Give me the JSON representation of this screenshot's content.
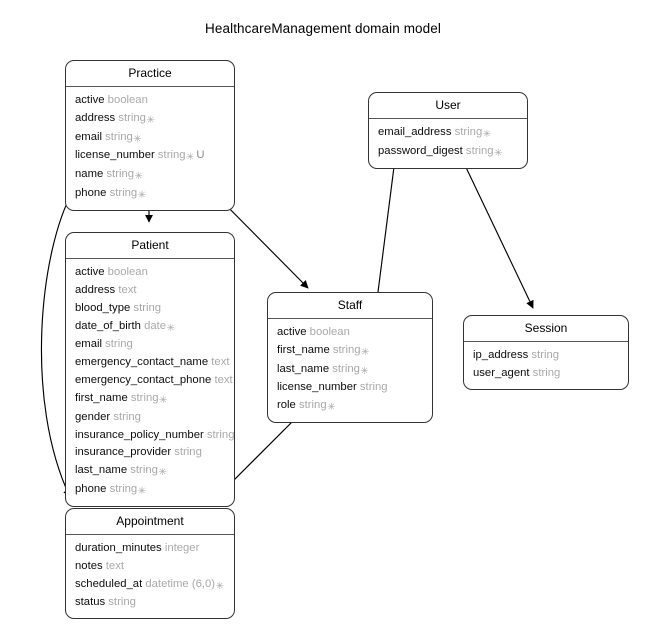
{
  "diagram": {
    "title": "HealthcareManagement domain model",
    "type": "uml-domain-model",
    "markers": {
      "required": "✳",
      "unique": "U"
    }
  },
  "entities": [
    {
      "id": "practice",
      "name": "Practice",
      "attributes": [
        {
          "name": "active",
          "type": "boolean",
          "required": false,
          "unique": false
        },
        {
          "name": "address",
          "type": "string",
          "required": true,
          "unique": false
        },
        {
          "name": "email",
          "type": "string",
          "required": true,
          "unique": false
        },
        {
          "name": "license_number",
          "type": "string",
          "required": true,
          "unique": true
        },
        {
          "name": "name",
          "type": "string",
          "required": true,
          "unique": false
        },
        {
          "name": "phone",
          "type": "string",
          "required": true,
          "unique": false
        }
      ]
    },
    {
      "id": "patient",
      "name": "Patient",
      "attributes": [
        {
          "name": "active",
          "type": "boolean",
          "required": false,
          "unique": false
        },
        {
          "name": "address",
          "type": "text",
          "required": false,
          "unique": false
        },
        {
          "name": "blood_type",
          "type": "string",
          "required": false,
          "unique": false
        },
        {
          "name": "date_of_birth",
          "type": "date",
          "required": true,
          "unique": false
        },
        {
          "name": "email",
          "type": "string",
          "required": false,
          "unique": false
        },
        {
          "name": "emergency_contact_name",
          "type": "text",
          "required": false,
          "unique": false
        },
        {
          "name": "emergency_contact_phone",
          "type": "text",
          "required": false,
          "unique": false
        },
        {
          "name": "first_name",
          "type": "string",
          "required": true,
          "unique": false
        },
        {
          "name": "gender",
          "type": "string",
          "required": false,
          "unique": false
        },
        {
          "name": "insurance_policy_number",
          "type": "string",
          "required": false,
          "unique": false
        },
        {
          "name": "insurance_provider",
          "type": "string",
          "required": false,
          "unique": false
        },
        {
          "name": "last_name",
          "type": "string",
          "required": true,
          "unique": false
        },
        {
          "name": "phone",
          "type": "string",
          "required": true,
          "unique": false
        }
      ]
    },
    {
      "id": "user",
      "name": "User",
      "attributes": [
        {
          "name": "email_address",
          "type": "string",
          "required": true,
          "unique": false
        },
        {
          "name": "password_digest",
          "type": "string",
          "required": true,
          "unique": false
        }
      ]
    },
    {
      "id": "staff",
      "name": "Staff",
      "attributes": [
        {
          "name": "active",
          "type": "boolean",
          "required": false,
          "unique": false
        },
        {
          "name": "first_name",
          "type": "string",
          "required": true,
          "unique": false
        },
        {
          "name": "last_name",
          "type": "string",
          "required": true,
          "unique": false
        },
        {
          "name": "license_number",
          "type": "string",
          "required": false,
          "unique": false
        },
        {
          "name": "role",
          "type": "string",
          "required": true,
          "unique": false
        }
      ]
    },
    {
      "id": "session",
      "name": "Session",
      "attributes": [
        {
          "name": "ip_address",
          "type": "string",
          "required": false,
          "unique": false
        },
        {
          "name": "user_agent",
          "type": "string",
          "required": false,
          "unique": false
        }
      ]
    },
    {
      "id": "appointment",
      "name": "Appointment",
      "attributes": [
        {
          "name": "duration_minutes",
          "type": "integer",
          "required": false,
          "unique": false
        },
        {
          "name": "notes",
          "type": "text",
          "required": false,
          "unique": false
        },
        {
          "name": "scheduled_at",
          "type": "datetime (6,0)",
          "required": true,
          "unique": false
        },
        {
          "name": "status",
          "type": "string",
          "required": false,
          "unique": false
        }
      ]
    }
  ],
  "relationships": [
    {
      "id": "practice-patient",
      "from": "Practice",
      "to": "Patient",
      "arrow": true
    },
    {
      "id": "practice-staff",
      "from": "Practice",
      "to": "Staff",
      "arrow": true
    },
    {
      "id": "practice-appointment",
      "from": "Practice",
      "to": "Appointment",
      "arrow": true
    },
    {
      "id": "patient-appointment",
      "from": "Patient",
      "to": "Appointment",
      "arrow": true
    },
    {
      "id": "staff-appointment",
      "from": "Staff",
      "to": "Appointment",
      "arrow": true
    },
    {
      "id": "user-staff",
      "from": "User",
      "to": "Staff",
      "arrow": false
    },
    {
      "id": "user-session",
      "from": "User",
      "to": "Session",
      "arrow": true
    }
  ]
}
